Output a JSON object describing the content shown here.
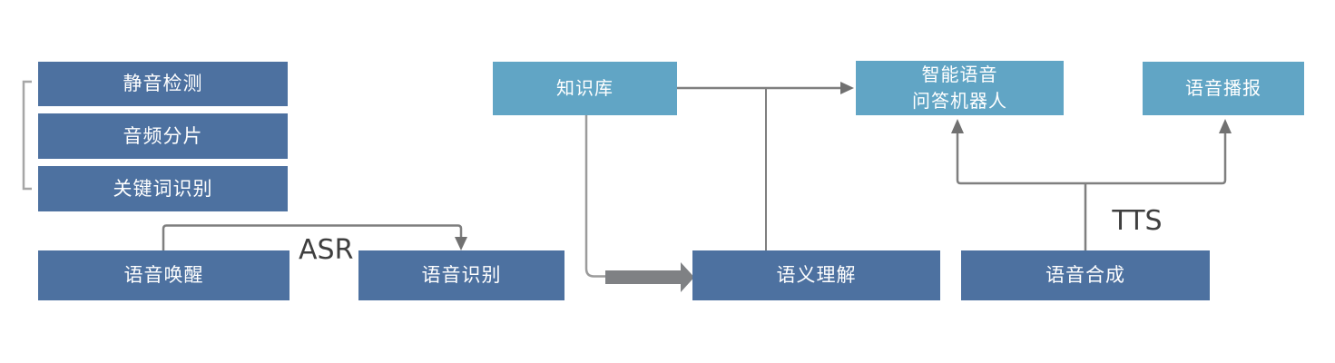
{
  "boxes": {
    "silence_detection": "静音检测",
    "audio_segmentation": "音频分片",
    "keyword_recognition": "关键词识别",
    "voice_wakeup": "语音唤醒",
    "speech_recognition": "语音识别",
    "knowledge_base": "知识库",
    "semantic_understanding": "语义理解",
    "qa_robot_line1": "智能语音",
    "qa_robot_line2": "问答机器人",
    "voice_broadcast": "语音播报",
    "speech_synthesis": "语音合成"
  },
  "labels": {
    "asr": "ASR",
    "tts": "TTS"
  },
  "colors": {
    "dark_box": "#4d71a0",
    "light_box": "#61a5c5",
    "box_text": "#ffffff",
    "connector": "#7f7f7f",
    "connector_light": "#9b9b9b",
    "bracket": "#a6a6a6",
    "thick_arrow": "#7f8184",
    "arrowhead": "#717171",
    "flow_label_text": "#3f3f3f",
    "background": "#ffffff"
  }
}
